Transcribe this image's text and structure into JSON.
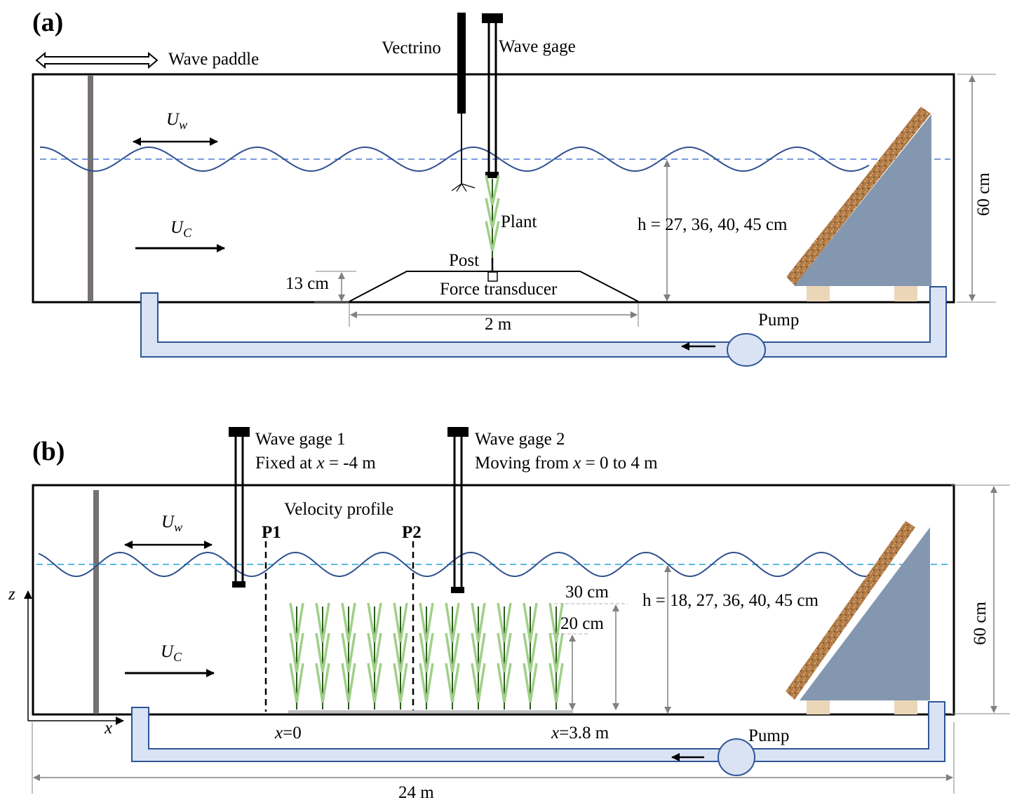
{
  "panel_a": {
    "label": "(a)",
    "wave_paddle": "Wave paddle",
    "vectrino": "Vectrino",
    "wave_gage": "Wave gage",
    "uw_main": "U",
    "uw_sub": "w",
    "uc_main": "U",
    "uc_sub": "C",
    "plant": "Plant",
    "post": "Post",
    "force_transducer": "Force transducer",
    "height_13": "13 cm",
    "length_2m": "2 m",
    "depth": "h = 27, 36, 40, 45 cm",
    "tank_height": "60 cm",
    "pump": "Pump"
  },
  "panel_b": {
    "label": "(b)",
    "wave_gage_1": "Wave gage 1",
    "wave_gage_1_pos_pre": "Fixed at ",
    "wave_gage_1_pos_var": "x",
    "wave_gage_1_pos_post": " = -4 m",
    "wave_gage_2": "Wave gage 2",
    "wave_gage_2_pos_pre": "Moving from ",
    "wave_gage_2_pos_var": "x",
    "wave_gage_2_pos_post": " = 0 to 4 m",
    "velocity_profile": "Velocity profile",
    "p1": "P1",
    "p2": "P2",
    "uw_main": "U",
    "uw_sub": "w",
    "uc_main": "U",
    "uc_sub": "C",
    "height_30": "30 cm",
    "height_20": "20 cm",
    "depth": "h = 18, 27, 36, 40, 45 cm",
    "tank_height": "60 cm",
    "axis_z": "z",
    "axis_x": "x",
    "x0_var": "x",
    "x0_val": "=0",
    "x38_var": "x",
    "x38_val": "=3.8 m",
    "pump": "Pump",
    "tank_length": "24 m",
    "plant_count": 11
  },
  "colors": {
    "wave": "#2f4f8f",
    "still_water_a": "#4f7ccf",
    "still_water_b": "#22a3d9",
    "plant": "#9fd088",
    "plant_stem": "#2c5a1e",
    "pipe_fill": "#dae3f3",
    "pipe_stroke": "#2f5597",
    "beach": "#8497b0",
    "beach_surface": "#b07a47",
    "support": "#ecd6b8",
    "dimension": "#808080",
    "paddle": "#767171"
  }
}
